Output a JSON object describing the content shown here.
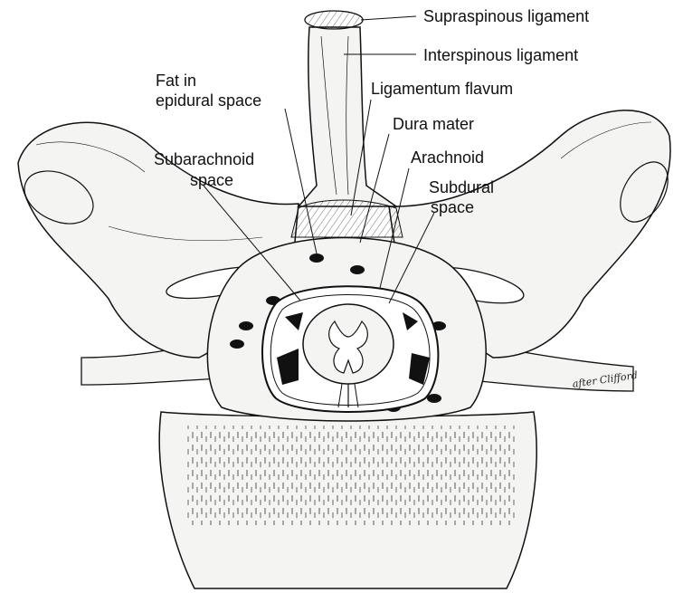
{
  "labels": {
    "supraspinous": "Supraspinous ligament",
    "interspinous": "Interspinous ligament",
    "ligamentum_flavum": "Ligamentum flavum",
    "dura_mater": "Dura mater",
    "arachnoid": "Arachnoid",
    "subdural_1": "Subdural",
    "subdural_2": "space",
    "fat_1": "Fat in",
    "fat_2": "epidural space",
    "subarachnoid_1": "Subarachnoid",
    "subarachnoid_2": "space"
  },
  "signature": "after Clifford",
  "colors": {
    "ink": "#111111",
    "bone": "#f4f4f2",
    "background": "#ffffff"
  }
}
